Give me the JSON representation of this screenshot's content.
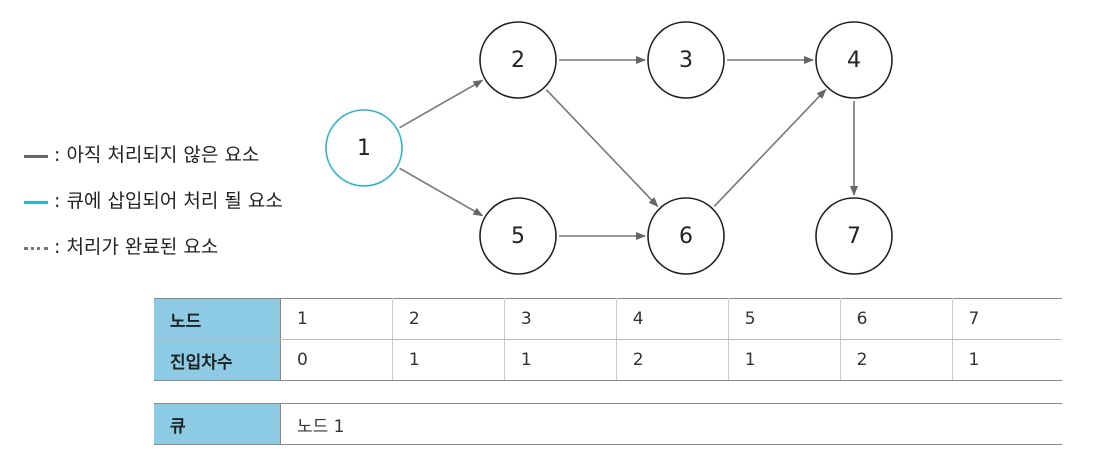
{
  "legend": [
    {
      "label": ": 아직 처리되지 않은 요소",
      "style": "gray",
      "color": "#666666"
    },
    {
      "label": ": 큐에 삽입되어 처리 될 요소",
      "style": "cyan",
      "color": "#2ab3cf"
    },
    {
      "label": ": 처리가 완료된 요소",
      "style": "dotted",
      "color": "#777777"
    }
  ],
  "graph": {
    "nodes": [
      {
        "id": "1",
        "label": "1",
        "state": "queued"
      },
      {
        "id": "2",
        "label": "2",
        "state": "pending"
      },
      {
        "id": "3",
        "label": "3",
        "state": "pending"
      },
      {
        "id": "4",
        "label": "4",
        "state": "pending"
      },
      {
        "id": "5",
        "label": "5",
        "state": "pending"
      },
      {
        "id": "6",
        "label": "6",
        "state": "pending"
      },
      {
        "id": "7",
        "label": "7",
        "state": "pending"
      }
    ],
    "edges": [
      {
        "from": "1",
        "to": "2"
      },
      {
        "from": "1",
        "to": "5"
      },
      {
        "from": "2",
        "to": "3"
      },
      {
        "from": "2",
        "to": "6"
      },
      {
        "from": "3",
        "to": "4"
      },
      {
        "from": "5",
        "to": "6"
      },
      {
        "from": "6",
        "to": "4"
      },
      {
        "from": "4",
        "to": "7"
      }
    ],
    "colors": {
      "pending": "#222222",
      "queued": "#2ab3cf",
      "edge": "#777777"
    }
  },
  "indegree_table": {
    "row_node_label": "노드",
    "row_degree_label": "진입차수",
    "nodes": [
      "1",
      "2",
      "3",
      "4",
      "5",
      "6",
      "7"
    ],
    "degrees": [
      "0",
      "1",
      "1",
      "2",
      "1",
      "2",
      "1"
    ]
  },
  "queue_table": {
    "label": "큐",
    "value": "노드 1"
  }
}
